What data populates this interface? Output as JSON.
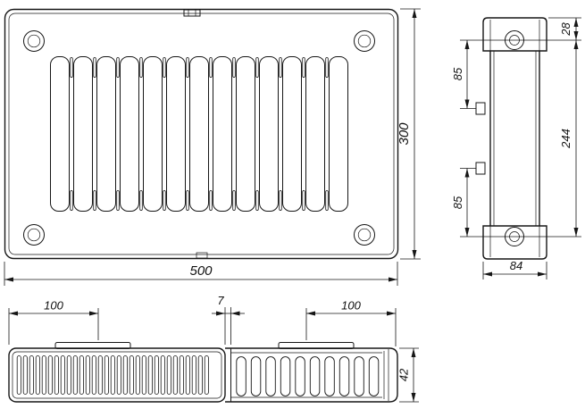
{
  "drawing": {
    "type": "panel-radiator-technical-drawing",
    "colors": {
      "line": "#161616",
      "background": "#ffffff"
    },
    "dims": {
      "front_width": "500",
      "front_height": "300",
      "side_top_offset": "28",
      "side_bracket_upper": "85",
      "side_pipe_spacing": "244",
      "side_bracket_lower": "85",
      "side_depth": "84",
      "top_left_margin": "100",
      "top_panel_thickness": "7",
      "top_right_margin": "100",
      "top_fin_height": "42"
    }
  }
}
